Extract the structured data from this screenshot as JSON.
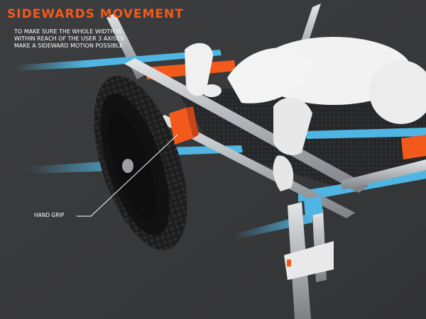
{
  "header": {
    "title": "SIDEWARDS MOVEMENT",
    "description": "TO MAKE SURE THE WHOLE WIDTH IS WITHIN REACH OF THE USER 3 AXISES MAKE A SIDEWARD MOTION POSSIBLE"
  },
  "callouts": {
    "hand_grip": "HAND GRIP"
  },
  "colors": {
    "background": "#3a3b3d",
    "accent_orange": "#f25a1c",
    "axis_blue": "#4fb6e3",
    "frame_metal": "#b8bcc0",
    "tire": "#1b1b1b",
    "figure": "#f2f2f2",
    "platform": "#2a2b2d"
  }
}
